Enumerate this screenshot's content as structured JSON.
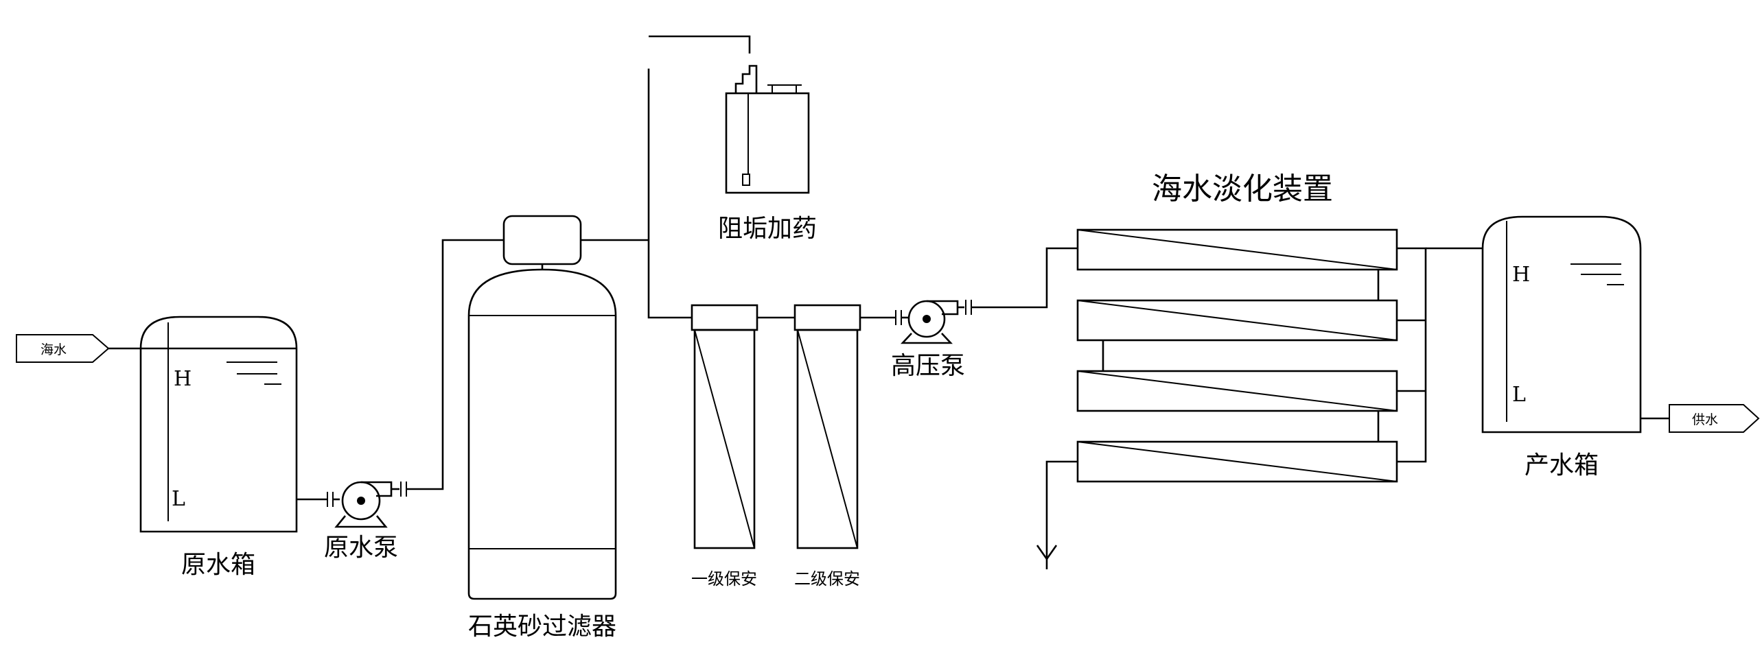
{
  "title": "海水淡化装置",
  "labels": {
    "raw_tank": "原水箱",
    "raw_pump": "原水泵",
    "sand_filter": "石英砂过滤器",
    "dosing": "阻垢加药",
    "stage1": "一级保安",
    "stage2": "二级保安",
    "hp_pump": "高压泵",
    "product_tank": "产水箱"
  },
  "tags": {
    "inlet": "海水",
    "outlet": "供水"
  },
  "level_marks": {
    "high": "H",
    "low": "L"
  }
}
